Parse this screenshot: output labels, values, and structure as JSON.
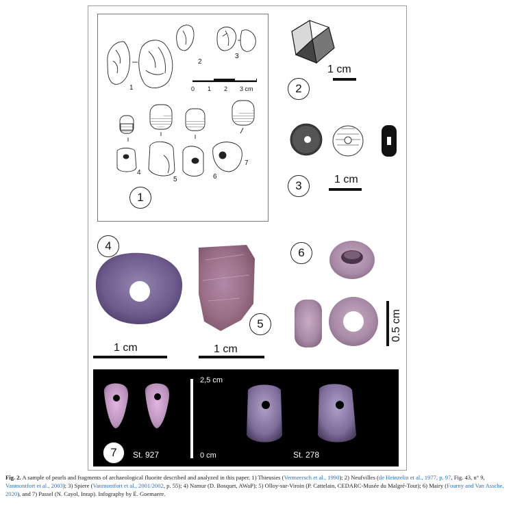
{
  "panels": {
    "p1": {
      "number": "1",
      "sub_numbers": [
        "1",
        "2",
        "3",
        "4",
        "5",
        "6",
        "7"
      ],
      "scale_ticks": [
        "0",
        "1",
        "2",
        "3 cm"
      ]
    },
    "p2": {
      "number": "2",
      "scale": "1 cm"
    },
    "p3": {
      "number": "3",
      "scale": "1 cm"
    },
    "p4": {
      "number": "4",
      "scale": "1 cm"
    },
    "p5": {
      "number": "5",
      "scale": "1 cm"
    },
    "p6": {
      "number": "6",
      "scale": "0.5 cm"
    },
    "p7": {
      "number": "7",
      "scale_top": "2,5 cm",
      "scale_bottom": "0 cm",
      "site_left": "St. 927",
      "site_right": "St. 278"
    }
  },
  "caption": {
    "fig_label": "Fig. 2.",
    "t1": " A sample of pearls and fragments of archaeological fluorite described and analyzed in this paper. 1) Thieusies (",
    "r1": "Vermeersch et al., 1990",
    "t2": "); 2) Neufvilles (",
    "r2": "de Heinzelin et al., 1977, p. 97",
    "t3": ", Fig. 43, n° 9, ",
    "r3": "Vanmontfort et al., 2003",
    "t4": "); 3) Spiere (",
    "r4": "Vanmontfort et al., 2001/2002",
    "t5": ", p. 55); 4) Namur (D. Bosquet, AWaP); 5) Olloy-sur-Viroin (P. Cattelain, CEDARC-Musée du Malgré-Tout); 6) Mairy (",
    "r5": "Fourny and Van Assche, 2020",
    "t6": "), and 7) Passel (N. Cayol, Inrap). Infography by É. Goemaere."
  },
  "colors": {
    "fluorite_purple": "#6e5a8c",
    "fluorite_pink": "#b790b8",
    "fluorite_amber": "#9a6e86",
    "background_dark": "#000000"
  }
}
